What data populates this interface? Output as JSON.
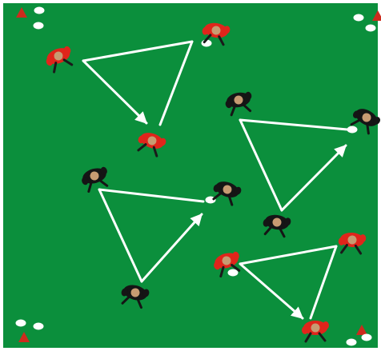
{
  "pitch": {
    "field_color": "#0b8f3c",
    "border_color": "#ffffff",
    "line_color": "#ffffff",
    "cone_color": "#cc2b1d",
    "ball_color": "#ffffff"
  },
  "teams": {
    "red": {
      "shirt": "#e0251b",
      "skin": "#c79b72",
      "shorts": "#1a1a1a"
    },
    "black": {
      "shirt": "#151515",
      "skin": "#c79b72",
      "shorts": "#151515"
    }
  },
  "groups": [
    {
      "team": "red",
      "players": 3,
      "balls": 1
    },
    {
      "team": "black",
      "players": 3,
      "balls": 1
    },
    {
      "team": "black",
      "players": 3,
      "balls": 1
    },
    {
      "team": "red",
      "players": 3,
      "balls": 1
    }
  ],
  "corner_markers": [
    {
      "corner": "top-left",
      "cones": 1,
      "balls": 2
    },
    {
      "corner": "top-right",
      "cones": 1,
      "balls": 2
    },
    {
      "corner": "bottom-left",
      "cones": 1,
      "balls": 2
    },
    {
      "corner": "bottom-right",
      "cones": 1,
      "balls": 2
    }
  ]
}
